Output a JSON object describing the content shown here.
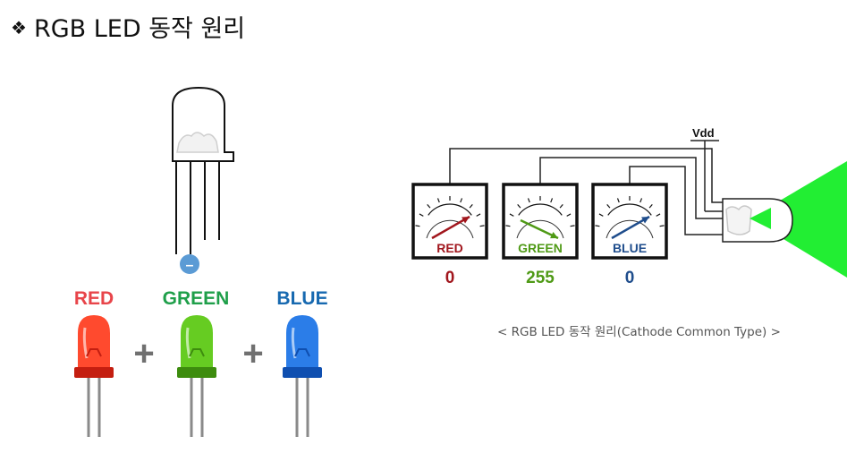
{
  "title": {
    "bullet": "❖",
    "text": "RGB LED 동작 원리"
  },
  "pin_marker": "–",
  "leds": [
    {
      "label": "RED",
      "label_color": "#e8454a",
      "body_color": "#ff4a2e",
      "dark_color": "#c41e10"
    },
    {
      "label": "GREEN",
      "label_color": "#1f9f4a",
      "body_color": "#66cc22",
      "dark_color": "#3d8c0e"
    },
    {
      "label": "BLUE",
      "label_color": "#1769b0",
      "body_color": "#2b7de8",
      "dark_color": "#0f4fb0"
    }
  ],
  "plus_symbol": "+",
  "meters": [
    {
      "label": "RED",
      "value": "0",
      "color": "#a1161d",
      "level": 0
    },
    {
      "label": "GREEN",
      "value": "255",
      "color": "#4f9a16",
      "level": 255
    },
    {
      "label": "BLUE",
      "value": "0",
      "color": "#1f4d8c",
      "level": 0
    }
  ],
  "vdd_label": "Vdd",
  "caption": "< RGB LED 동작 원리(Cathode Common Type) >",
  "beam_color": "#22ee33"
}
